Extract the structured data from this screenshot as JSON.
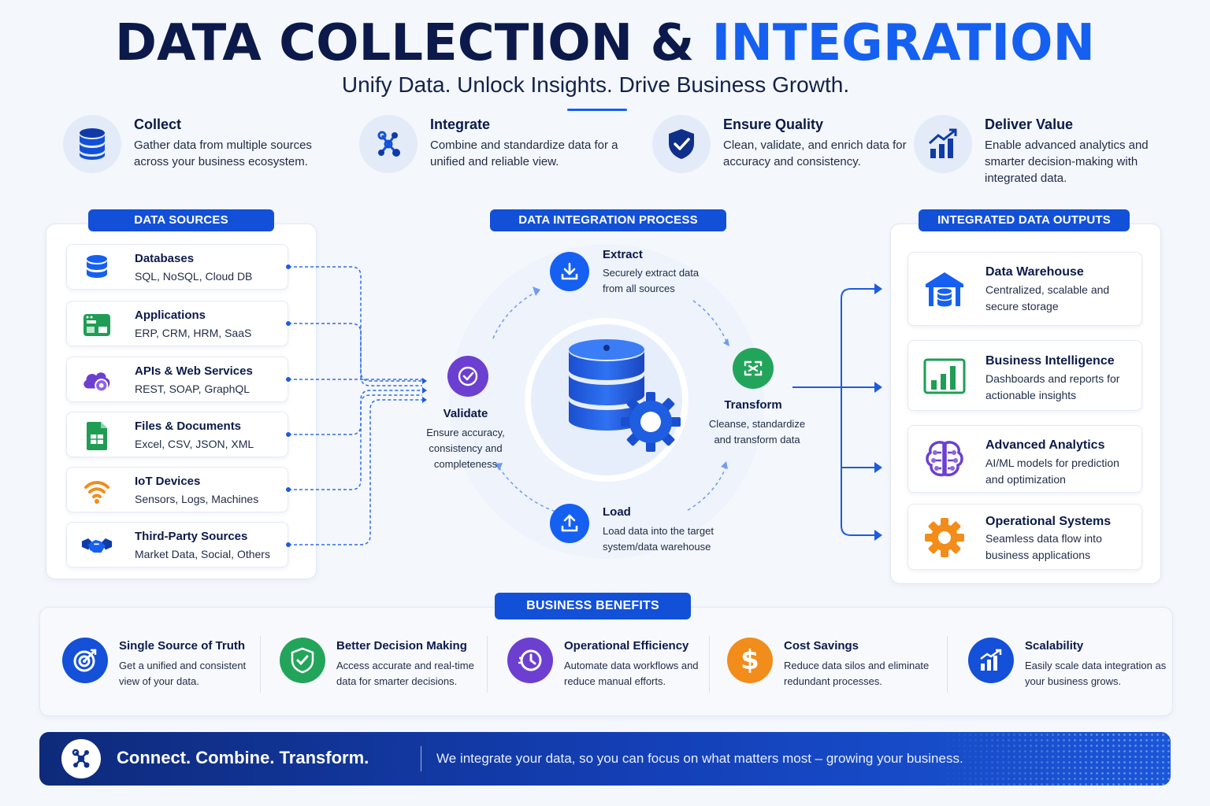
{
  "header": {
    "title_main": "DATA COLLECTION & ",
    "title_accent": "INTEGRATION",
    "subtitle": "Unify Data. Unlock Insights. Drive Business Growth."
  },
  "pillars": [
    {
      "title": "Collect",
      "desc": "Gather data from multiple sources across your business ecosystem.",
      "icon": "database-icon"
    },
    {
      "title": "Integrate",
      "desc": "Combine and standardize data for a unified and reliable view.",
      "icon": "network-nodes-icon"
    },
    {
      "title": "Ensure Quality",
      "desc": "Clean, validate, and enrich data for accuracy and consistency.",
      "icon": "shield-check-icon"
    },
    {
      "title": "Deliver Value",
      "desc": "Enable advanced analytics and smarter decision-making with integrated data.",
      "icon": "growth-chart-icon"
    }
  ],
  "sources": {
    "label": "DATA SOURCES",
    "items": [
      {
        "title": "Databases",
        "desc": "SQL, NoSQL, Cloud DB",
        "icon": "database-icon",
        "color": "#1560f0"
      },
      {
        "title": "Applications",
        "desc": "ERP, CRM, HRM, SaaS",
        "icon": "app-window-icon",
        "color": "#1f9d55"
      },
      {
        "title": "APIs & Web Services",
        "desc": "REST, SOAP, GraphQL",
        "icon": "cloud-gear-icon",
        "color": "#6c3fd1"
      },
      {
        "title": "Files & Documents",
        "desc": "Excel, CSV, JSON, XML",
        "icon": "spreadsheet-file-icon",
        "color": "#1f9d55"
      },
      {
        "title": "IoT Devices",
        "desc": "Sensors, Logs, Machines",
        "icon": "wifi-signal-icon",
        "color": "#f28c1a"
      },
      {
        "title": "Third-Party Sources",
        "desc": "Market Data, Social, Others",
        "icon": "handshake-icon",
        "color": "#1560f0"
      }
    ]
  },
  "process": {
    "label": "DATA INTEGRATION PROCESS",
    "extract": {
      "title": "Extract",
      "desc_1": "Securely extract data",
      "desc_2": "from all sources"
    },
    "transform": {
      "title": "Transform",
      "desc_1": "Cleanse, standardize",
      "desc_2": "and transform data"
    },
    "load": {
      "title": "Load",
      "desc_1": "Load data into the target",
      "desc_2": "system/data warehouse"
    },
    "validate": {
      "title": "Validate",
      "desc_1": "Ensure accuracy,",
      "desc_2": "consistency and",
      "desc_3": "completeness"
    }
  },
  "outputs": {
    "label": "INTEGRATED DATA OUTPUTS",
    "items": [
      {
        "title": "Data Warehouse",
        "desc": "Centralized, scalable and secure storage",
        "icon": "warehouse-icon",
        "color": "#1560f0"
      },
      {
        "title": "Business Intelligence",
        "desc": "Dashboards and reports for actionable insights",
        "icon": "bar-chart-icon",
        "color": "#1f9d55"
      },
      {
        "title": "Advanced Analytics",
        "desc": "AI/ML models for prediction and optimization",
        "icon": "brain-circuit-icon",
        "color": "#6c3fd1"
      },
      {
        "title": "Operational Systems",
        "desc": "Seamless data flow into business applications",
        "icon": "gear-icon",
        "color": "#f28c1a"
      }
    ]
  },
  "benefits": {
    "label": "BUSINESS BENEFITS",
    "items": [
      {
        "title": "Single Source of Truth",
        "desc": "Get a unified and consistent view of your data.",
        "icon": "target-icon",
        "color": "#1450d8"
      },
      {
        "title": "Better Decision Making",
        "desc": "Access accurate and real-time data for smarter decisions.",
        "icon": "shield-check-icon",
        "color": "#22a55a"
      },
      {
        "title": "Operational Efficiency",
        "desc": "Automate data workflows and reduce manual efforts.",
        "icon": "clock-icon",
        "color": "#6c3fd1"
      },
      {
        "title": "Cost Savings",
        "desc": "Reduce data silos and eliminate redundant processes.",
        "icon": "dollar-icon",
        "color": "#f28c1a"
      },
      {
        "title": "Scalability",
        "desc": "Easily scale data integration as your business grows.",
        "icon": "growth-chart-icon",
        "color": "#1450d8"
      }
    ]
  },
  "footer": {
    "tagline": "Connect. Combine. Transform.",
    "message": "We integrate your data, so you can focus on what matters most – growing your business.",
    "icon": "network-nodes-icon"
  }
}
